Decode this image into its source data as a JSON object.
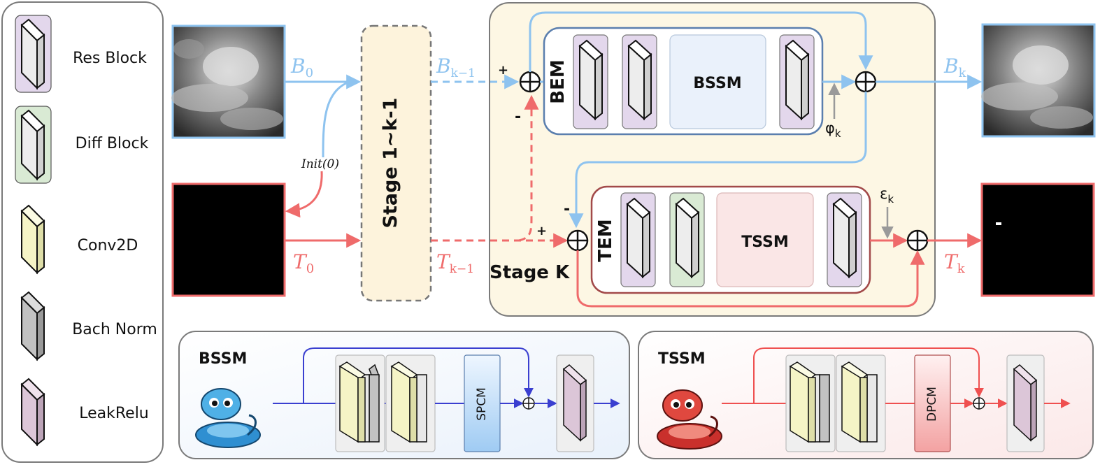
{
  "legend": {
    "items": [
      {
        "label": "Res Block",
        "bg": "#e3d7ec",
        "fill": "#efefef"
      },
      {
        "label": "Diff Block",
        "bg": "#d9ead4",
        "fill": "#efefef"
      },
      {
        "label": "Conv2D",
        "fill": "#f5f4c6"
      },
      {
        "label": "Bach Norm",
        "fill": "#c2c2c2"
      },
      {
        "label": "LeakRelu",
        "fill": "#dcc6d8"
      }
    ]
  },
  "inputs": {
    "b0_label": "B",
    "b0_sub": "0",
    "t0_label": "T",
    "t0_sub": "0",
    "init_label": "Init(0)"
  },
  "stage_prev": {
    "label": "Stage 1~k-1",
    "bk1_label": "B",
    "bk1_sub": "k−1",
    "tk1_label": "T",
    "tk1_sub": "k−1"
  },
  "stage_k": {
    "label": "Stage K",
    "bem_label": "BEM",
    "bssm_label": "BSSM",
    "tem_label": "TEM",
    "tssm_label": "TSSM",
    "phi_label": "φ",
    "phi_sub": "k",
    "eps_label": "ε",
    "eps_sub": "k",
    "plus": "+",
    "minus": "-"
  },
  "outputs": {
    "bk_label": "B",
    "bk_sub": "k",
    "tk_label": "T",
    "tk_sub": "k"
  },
  "bssm_detail": {
    "title": "BSSM",
    "module": "SPCM"
  },
  "tssm_detail": {
    "title": "TSSM",
    "module": "DPCM"
  },
  "colors": {
    "blue": "#8ec3ef",
    "red": "#ef6b6b",
    "dark_blue": "#3a3fd0",
    "stage_bg": "#fdf7e4",
    "prev_bg": "#fdf3dc"
  }
}
